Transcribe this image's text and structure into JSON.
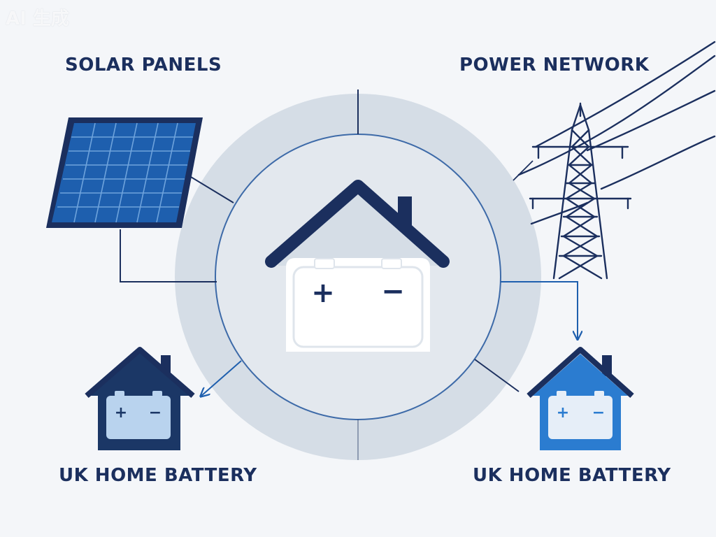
{
  "watermark": "AI 生成",
  "labels": {
    "solar": "SOLAR PANELS",
    "network": "POWER NETWORK",
    "battery_left": "UK HOME BATTERY",
    "battery_right": "UK HOME BATTERY"
  },
  "icons": {
    "solar": "solar-panel-icon",
    "tower": "transmission-tower-icon",
    "center_home": "home-battery-icon",
    "left_home": "home-battery-icon",
    "right_home": "home-battery-icon"
  },
  "battery_symbols": {
    "plus": "+",
    "minus": "−"
  },
  "colors": {
    "navy": "#1b2f5e",
    "blue": "#1e5fae",
    "light_blue": "#b9d3ee",
    "ring": "#d5dde6",
    "circle": "#e3e8ee",
    "background": "#f4f6f9"
  }
}
